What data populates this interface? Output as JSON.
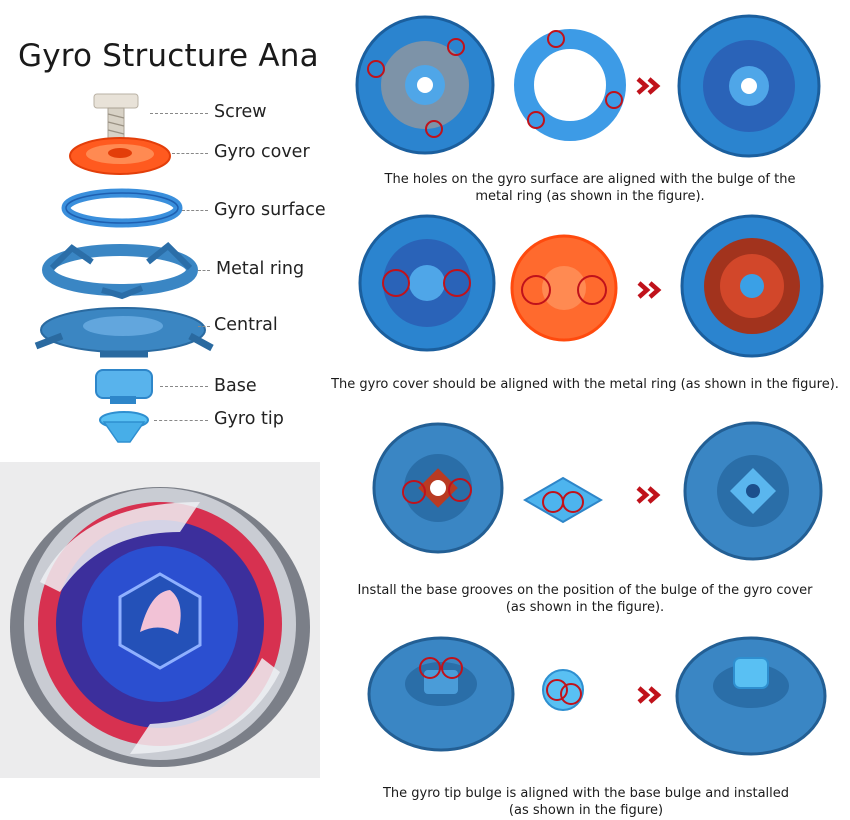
{
  "title": "Gyro Structure Analysis",
  "parts": [
    {
      "label": "Screw"
    },
    {
      "label": "Gyro cover"
    },
    {
      "label": "Gyro surface"
    },
    {
      "label": "Metal ring"
    },
    {
      "label": "Central"
    },
    {
      "label": "Base"
    },
    {
      "label": "Gyro tip"
    }
  ],
  "steps": [
    {
      "caption_line1": "The holes on the gyro surface are aligned with the bulge of the",
      "caption_line2": "metal ring (as shown in the figure)."
    },
    {
      "caption_line1": "The gyro cover should be aligned with the metal ring (as shown in the figure).",
      "caption_line2": ""
    },
    {
      "caption_line1": "Install the base grooves on the position of the bulge of the gyro cover",
      "caption_line2": "(as shown in the figure)."
    },
    {
      "caption_line1": "The gyro tip bulge is aligned with the base bulge and installed",
      "caption_line2": "(as shown in the figure)"
    }
  ],
  "colors": {
    "blue_part": "#2f86c9",
    "blue_dark": "#1b4f8c",
    "orange_part": "#ff5a1f",
    "marker_red": "#c0121b",
    "arrow_red": "#c0121b"
  },
  "icons": [
    "double-chevron-right-icon"
  ]
}
